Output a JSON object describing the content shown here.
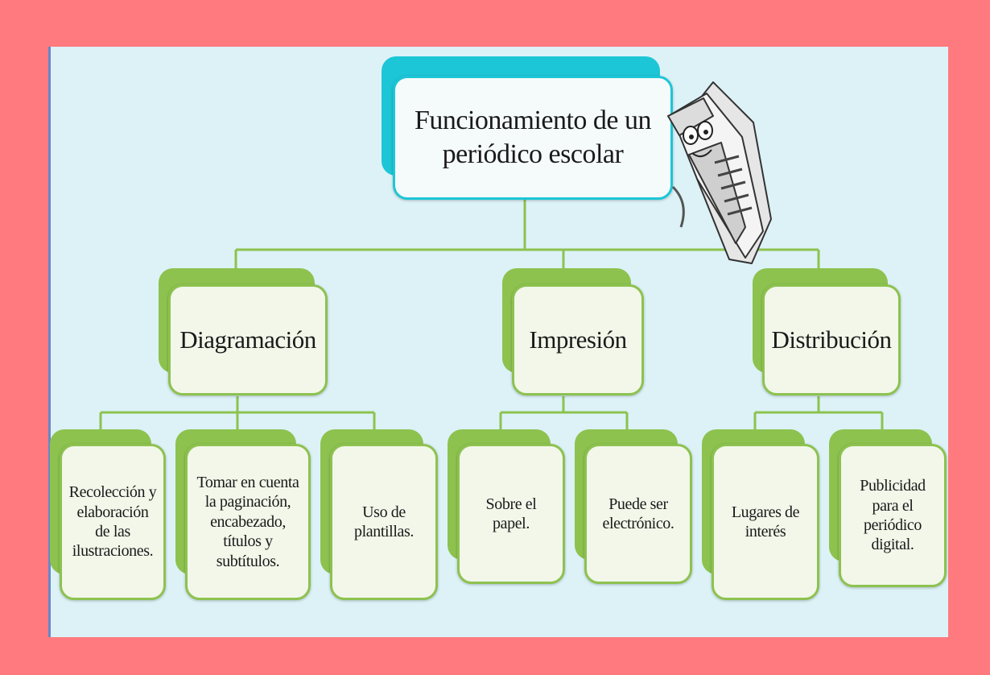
{
  "diagram": {
    "root": "Funcionamiento de un periódico escolar",
    "branches": [
      {
        "label": "Diagramación",
        "children": [
          "Recolección y elaboración de las ilustraciones.",
          "Tomar en cuenta la paginación, encabezado, títulos y subtítulos.",
          "Uso de plantillas."
        ]
      },
      {
        "label": "Impresión",
        "children": [
          "Sobre el papel.",
          "Puede ser electrónico."
        ]
      },
      {
        "label": "Distribución",
        "children": [
          "Lugares de interés",
          "Publicidad para el periódico digital."
        ]
      }
    ],
    "decoration_icon": "rolled-newspaper-icon",
    "colors": {
      "frame": "#ff7a7e",
      "background": "#dcf2f7",
      "root_accent": "#1dc6d6",
      "node_accent": "#8dc24f",
      "node_fill": "#f2f7ea"
    }
  }
}
